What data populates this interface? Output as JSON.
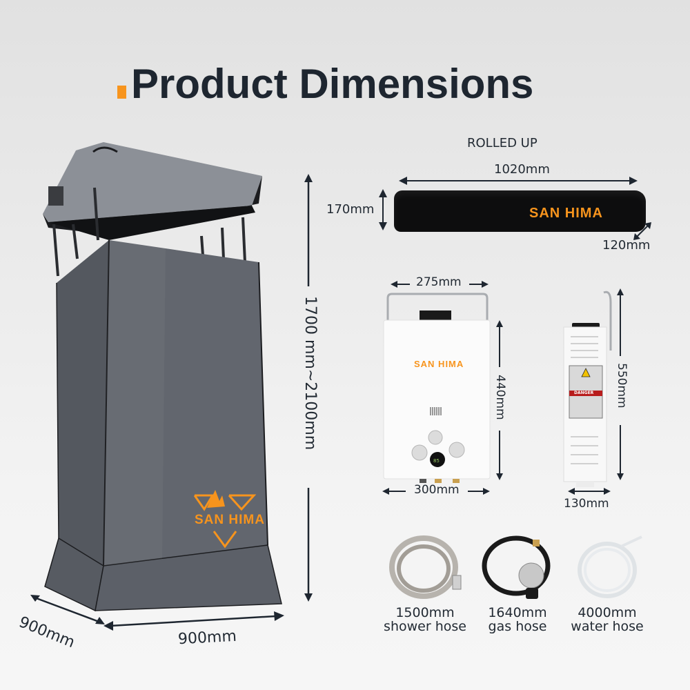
{
  "header": {
    "title": "Product Dimensions",
    "accent_color": "#f7941d",
    "title_color": "#1e2630"
  },
  "tent": {
    "height_label": "1700 mm~2100mm",
    "depth_label": "900mm",
    "width_label": "900mm",
    "logo_text": "SAN HIMA",
    "fabric_color": "#5f646c"
  },
  "rolled_up": {
    "heading": "ROLLED UP",
    "length_label": "1020mm",
    "height_label": "170mm",
    "depth_label": "120mm",
    "bag_logo": "SAN HIMA"
  },
  "heater_front": {
    "top_width_label": "275mm",
    "bottom_width_label": "300mm",
    "height_label": "440mm",
    "logo_text": "SAN HIMA"
  },
  "heater_side": {
    "height_label": "550mm",
    "depth_label": "130mm",
    "warning_label": "DANGER"
  },
  "accessories": [
    {
      "length": "1500mm",
      "name": "shower hose"
    },
    {
      "length": "1640mm",
      "name": "gas hose"
    },
    {
      "length": "4000mm",
      "name": "water hose"
    }
  ]
}
